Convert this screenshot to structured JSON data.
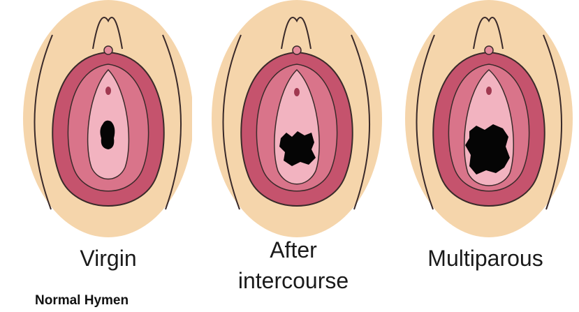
{
  "figure": {
    "panels": [
      {
        "id": "virgin",
        "caption_lines": [
          "Virgin"
        ]
      },
      {
        "id": "after-intercourse",
        "caption_lines": [
          "After",
          "intercourse"
        ]
      },
      {
        "id": "multiparous",
        "caption_lines": [
          "Multiparous"
        ]
      }
    ],
    "footer_label": "Normal Hymen"
  },
  "colors": {
    "skin": "#f5d5ab",
    "tissue_outer": "#c5536d",
    "tissue_mid": "#d9748a",
    "tissue_inner": "#f2b3c0",
    "opening": "#050505",
    "outline": "#3a2a2a"
  }
}
